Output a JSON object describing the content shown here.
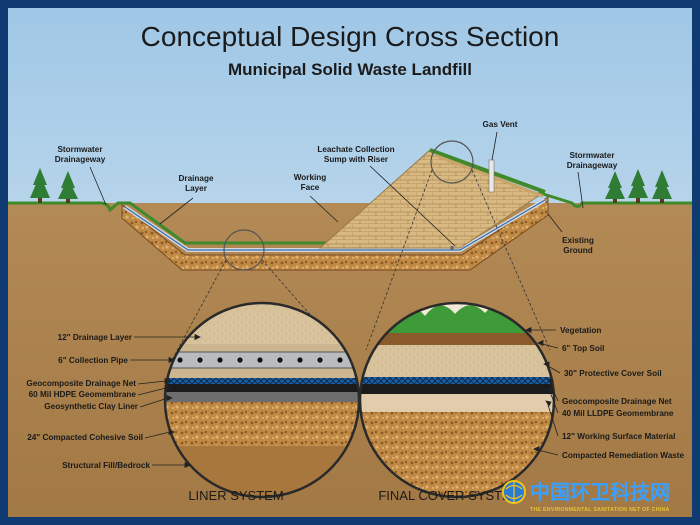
{
  "title": "Conceptual Design Cross Section",
  "subtitle": "Municipal Solid Waste Landfill",
  "section_labels": {
    "stormwater_left": [
      "Stormwater",
      "Drainageway"
    ],
    "drainage_layer": [
      "Drainage",
      "Layer"
    ],
    "working_face": [
      "Working",
      "Face"
    ],
    "leachate": [
      "Leachate Collection",
      "Sump with Riser"
    ],
    "gas_vent": "Gas Vent",
    "stormwater_right": [
      "Stormwater",
      "Drainageway"
    ],
    "existing_ground": [
      "Existing",
      "Ground"
    ]
  },
  "liner_system": {
    "title": "LINER SYSTEM",
    "layers": [
      "12\" Drainage Layer",
      "6\" Collection Pipe",
      "Geocomposite Drainage Net",
      "60 Mil HDPE Geomembrane",
      "Geosynthetic Clay Liner",
      "24\" Compacted Cohesive Soil",
      "Structural Fill/Bedrock"
    ]
  },
  "final_cover_system": {
    "title": "FINAL COVER SYSTEM",
    "layers": [
      "Vegetation",
      "6\" Top Soil",
      "30\" Protective Cover Soil",
      "Geocomposite Drainage Net",
      "40 Mil LLDPE Geomembrane",
      "12\" Working Surface Material",
      "Compacted Remediation Waste"
    ]
  },
  "watermark": {
    "cn": "中国环卫科技网",
    "en": "THE ENVIRONMENTAL SANITATION NET OF CHINA"
  }
}
